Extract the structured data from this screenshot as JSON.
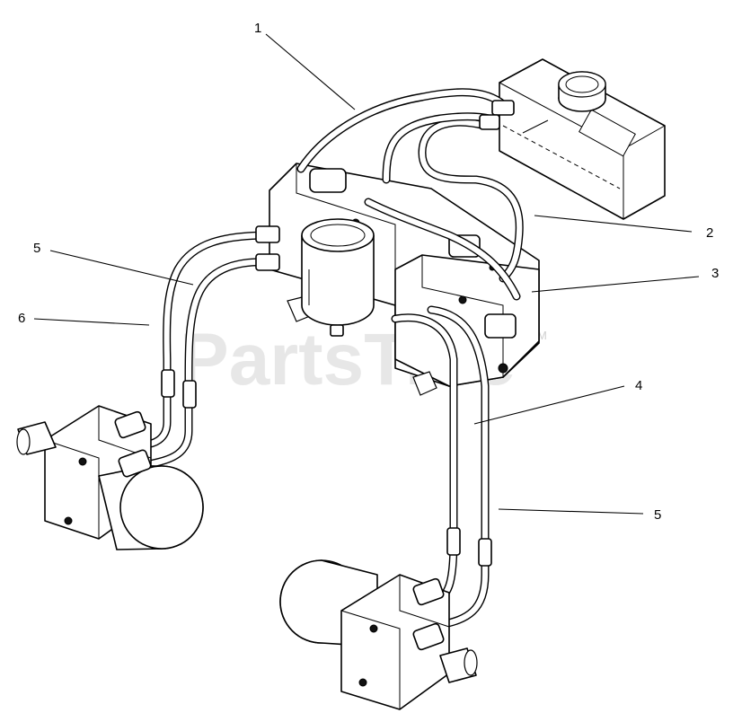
{
  "watermark": {
    "text": "PartsTree",
    "tm": "TM"
  },
  "callouts": [
    {
      "id": "1",
      "label": "1"
    },
    {
      "id": "2",
      "label": "2"
    },
    {
      "id": "3",
      "label": "3"
    },
    {
      "id": "4",
      "label": "4"
    },
    {
      "id": "5a",
      "label": "5"
    },
    {
      "id": "5b",
      "label": "5"
    },
    {
      "id": "6",
      "label": "6"
    }
  ]
}
